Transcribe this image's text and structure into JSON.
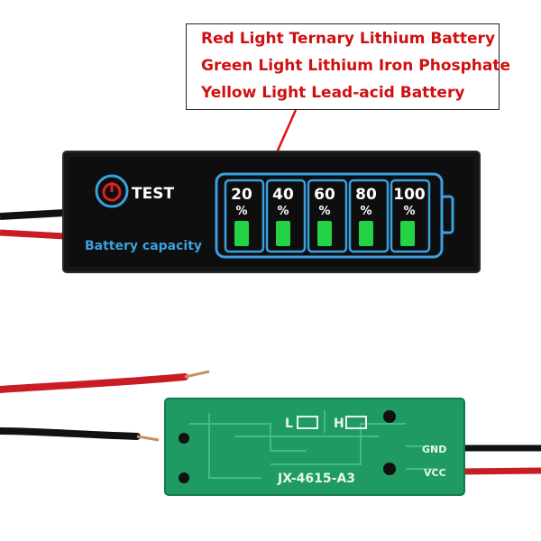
{
  "legend": {
    "line1": "Red Light Ternary Lithium Battery",
    "line2": "Green Light Lithium Iron Phosphate",
    "line3": "Yellow Light Lead-acid Battery"
  },
  "module": {
    "test_label": "TEST",
    "caption": "Battery capacity",
    "levels": [
      "20",
      "40",
      "60",
      "80",
      "100"
    ],
    "percent_sign": "%"
  },
  "pcb": {
    "label_l": "L",
    "label_h": "H",
    "model": "JX-4615-A3",
    "gnd": "GND",
    "vcc": "VCC"
  },
  "colors": {
    "legend_text": "#d01010",
    "module_body": "#131313",
    "accent_blue": "#3aa0e0",
    "led_green": "#20d040",
    "pcb_green": "#1f9a62",
    "wire_red": "#d4202a",
    "wire_black": "#111111"
  }
}
